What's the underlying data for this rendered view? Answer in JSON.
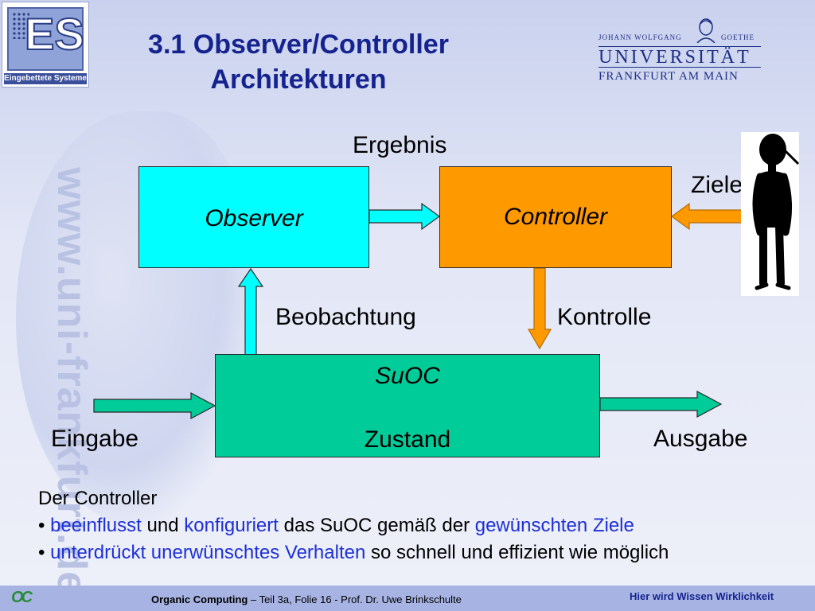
{
  "title": {
    "line1": "3.1 Observer/Controller",
    "line2": "Architekturen"
  },
  "logo_es": {
    "letters": "ES",
    "caption": "Eingebettete Systeme"
  },
  "logo_uni": {
    "top_left": "JOHANN WOLFGANG",
    "top_right": "GOETHE",
    "name": "UNIVERSITÄT",
    "city": "FRANKFURT AM MAIN"
  },
  "watermark": "www.uni-frankfurt.de",
  "diagram": {
    "observer": "Observer",
    "controller": "Controller",
    "suoc_title": "SuOC",
    "suoc_state": "Zustand",
    "ergebnis": "Ergebnis",
    "ziele": "Ziele",
    "beobachtung": "Beobachtung",
    "kontrolle": "Kontrolle",
    "eingabe": "Eingabe",
    "ausgabe": "Ausgabe"
  },
  "bullets": {
    "heading": "Der Controller",
    "b1": [
      "beeinflusst",
      " und ",
      "konfiguriert",
      " das SuOC gemäß der ",
      "gewünschten Ziele"
    ],
    "b2": [
      "unterdrückt unerwünschtes Verhalten",
      " so schnell und effizient wie möglich"
    ]
  },
  "footer": {
    "oc_logo": "OC",
    "course": "Organic Computing",
    "details": " – Teil 3a, Folie 16 -  Prof. Dr. Uwe Brinkschulte",
    "slogan": "Hier wird Wissen Wirklichkeit"
  },
  "colors": {
    "title": "#15238f",
    "observer_fill": "#00ffff",
    "controller_fill": "#ff9900",
    "suoc_fill": "#00cc99",
    "highlight_text": "#1d2fd6",
    "footer_bg": "#a7b4e3"
  },
  "icons": {
    "person": "person-silhouette-icon",
    "uni_portrait": "goethe-portrait-icon"
  }
}
